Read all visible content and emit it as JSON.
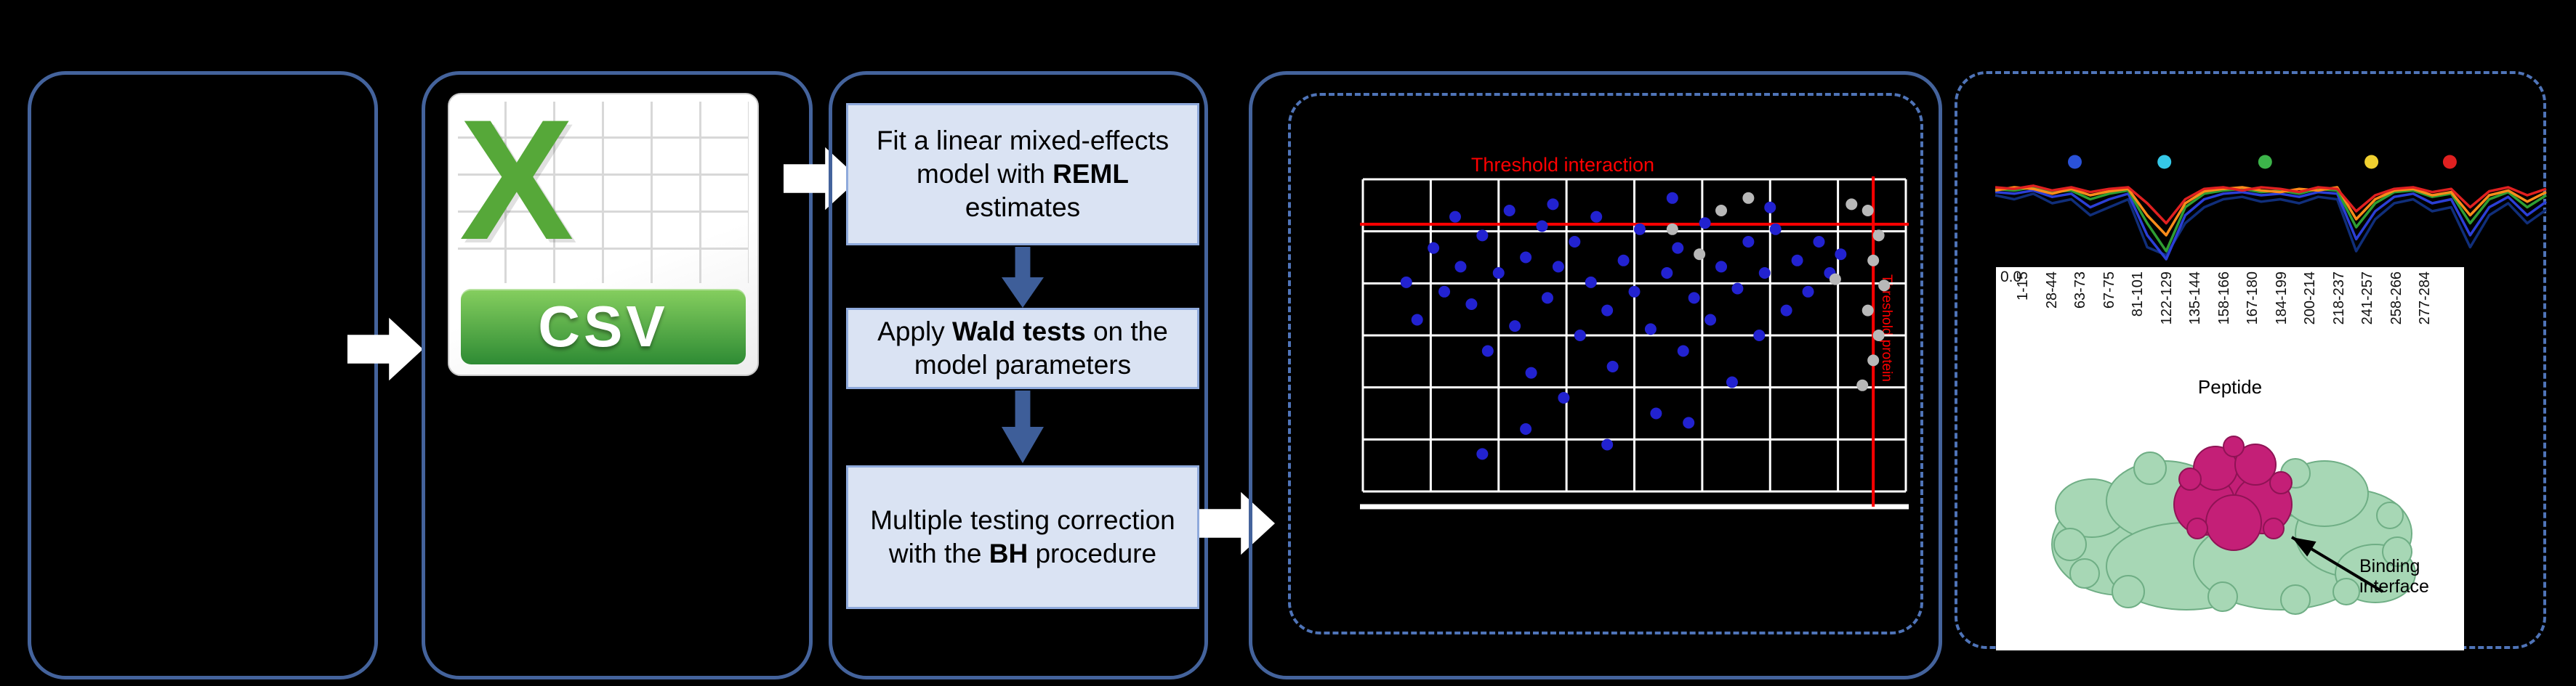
{
  "colors": {
    "panel_border": "#44639c",
    "dashed_border": "#4f74b8",
    "step_fill": "#dae3f3",
    "step_border": "#8faadc",
    "flow_arrow": "#ffffff",
    "down_arrow": "#3e5e99",
    "threshold_red": "#ff0000",
    "csv_x": "#56a839",
    "csv_grid": "#d8d8d8",
    "csv_green_light": "#86cf5f",
    "csv_green_dark": "#2e8b34",
    "protein_surface": "#a7d7b5",
    "protein_outline": "#6fae85",
    "protein_interface": "#c41f77",
    "protein_interface_dark": "#8f1355"
  },
  "pipeline": {
    "csv_label": "CSV",
    "csv_x": "X",
    "steps": [
      {
        "pre": "Fit a linear mixed-effects model with ",
        "bold": "REML",
        "post": " estimates"
      },
      {
        "pre": "Apply ",
        "bold": "Wald tests",
        "post": " on the model parameters"
      },
      {
        "pre": "Multiple testing correction with the ",
        "bold": "BH",
        "post": " procedure"
      }
    ]
  },
  "annotations": {
    "binding_interface": "Binding interface"
  },
  "chart_data": [
    {
      "id": "interaction_scatter",
      "type": "scatter",
      "grid": {
        "cols": 8,
        "rows": 6
      },
      "grid_color": "#ffffff",
      "thresholds": {
        "h_frac": 0.144,
        "v_frac": 0.94,
        "color": "#ff0000",
        "h_label": "Threshold interaction",
        "v_label": "Threshold protein"
      },
      "series": [
        {
          "name": "significant-peptides",
          "color": "#2222d0",
          "points": [
            [
              0.08,
              0.33
            ],
            [
              0.1,
              0.45
            ],
            [
              0.13,
              0.22
            ],
            [
              0.15,
              0.36
            ],
            [
              0.17,
              0.12
            ],
            [
              0.18,
              0.28
            ],
            [
              0.2,
              0.4
            ],
            [
              0.22,
              0.18
            ],
            [
              0.23,
              0.55
            ],
            [
              0.25,
              0.3
            ],
            [
              0.27,
              0.1
            ],
            [
              0.28,
              0.47
            ],
            [
              0.3,
              0.25
            ],
            [
              0.31,
              0.62
            ],
            [
              0.33,
              0.15
            ],
            [
              0.34,
              0.38
            ],
            [
              0.36,
              0.28
            ],
            [
              0.37,
              0.7
            ],
            [
              0.39,
              0.2
            ],
            [
              0.4,
              0.5
            ],
            [
              0.42,
              0.33
            ],
            [
              0.43,
              0.12
            ],
            [
              0.45,
              0.42
            ],
            [
              0.46,
              0.6
            ],
            [
              0.48,
              0.26
            ],
            [
              0.5,
              0.36
            ],
            [
              0.51,
              0.16
            ],
            [
              0.53,
              0.48
            ],
            [
              0.54,
              0.75
            ],
            [
              0.56,
              0.3
            ],
            [
              0.58,
              0.22
            ],
            [
              0.59,
              0.55
            ],
            [
              0.61,
              0.38
            ],
            [
              0.63,
              0.14
            ],
            [
              0.64,
              0.45
            ],
            [
              0.66,
              0.28
            ],
            [
              0.68,
              0.65
            ],
            [
              0.69,
              0.35
            ],
            [
              0.71,
              0.2
            ],
            [
              0.73,
              0.5
            ],
            [
              0.74,
              0.3
            ],
            [
              0.76,
              0.16
            ],
            [
              0.78,
              0.42
            ],
            [
              0.8,
              0.26
            ],
            [
              0.82,
              0.36
            ],
            [
              0.84,
              0.2
            ],
            [
              0.86,
              0.3
            ],
            [
              0.88,
              0.24
            ],
            [
              0.35,
              0.08
            ],
            [
              0.57,
              0.06
            ],
            [
              0.75,
              0.09
            ],
            [
              0.3,
              0.8
            ],
            [
              0.45,
              0.85
            ],
            [
              0.6,
              0.78
            ],
            [
              0.22,
              0.88
            ]
          ]
        },
        {
          "name": "non-significant-peptides",
          "color": "#b8b8b8",
          "points": [
            [
              0.93,
              0.1
            ],
            [
              0.95,
              0.18
            ],
            [
              0.94,
              0.26
            ],
            [
              0.96,
              0.34
            ],
            [
              0.93,
              0.42
            ],
            [
              0.95,
              0.5
            ],
            [
              0.94,
              0.58
            ],
            [
              0.9,
              0.08
            ],
            [
              0.57,
              0.16
            ],
            [
              0.62,
              0.24
            ],
            [
              0.66,
              0.1
            ],
            [
              0.71,
              0.06
            ],
            [
              0.87,
              0.32
            ],
            [
              0.92,
              0.66
            ]
          ]
        }
      ]
    },
    {
      "id": "peptide_profile",
      "type": "line",
      "ytick_label": "0.0",
      "xlabel": "Peptide",
      "x_categories": [
        "1-15",
        "28-44",
        "63-73",
        "67-75",
        "81-101",
        "122-129",
        "135-144",
        "158-166",
        "167-180",
        "184-199",
        "200-214",
        "218-237",
        "241-257",
        "258-266",
        "277-284"
      ],
      "dot_markers": [
        {
          "color": "#2a52d8",
          "x_frac": 0.15
        },
        {
          "color": "#35c8e8",
          "x_frac": 0.31
        },
        {
          "color": "#3cb44a",
          "x_frac": 0.49
        },
        {
          "color": "#f0d030",
          "x_frac": 0.68
        },
        {
          "color": "#e02020",
          "x_frac": 0.82
        }
      ],
      "series": [
        {
          "name": "replicate-navy",
          "color": "#102e7a",
          "values": [
            0.2,
            0.25,
            0.18,
            0.3,
            0.25,
            0.45,
            0.35,
            0.25,
            0.85,
            0.95,
            0.55,
            0.35,
            0.25,
            0.22,
            0.28,
            0.25,
            0.3,
            0.22,
            0.25,
            0.9,
            0.5,
            0.3,
            0.25,
            0.4,
            0.35,
            0.85,
            0.45,
            0.3,
            0.55,
            0.38
          ]
        },
        {
          "name": "replicate-blue",
          "color": "#2b3fd6",
          "values": [
            0.16,
            0.18,
            0.14,
            0.22,
            0.18,
            0.35,
            0.25,
            0.18,
            0.7,
            1.0,
            0.45,
            0.25,
            0.18,
            0.16,
            0.2,
            0.18,
            0.22,
            0.16,
            0.18,
            0.75,
            0.4,
            0.22,
            0.18,
            0.3,
            0.25,
            0.7,
            0.35,
            0.22,
            0.45,
            0.28
          ]
        },
        {
          "name": "replicate-green",
          "color": "#2f9e33",
          "values": [
            0.12,
            0.14,
            0.1,
            0.16,
            0.14,
            0.25,
            0.18,
            0.14,
            0.55,
            0.9,
            0.35,
            0.18,
            0.14,
            0.12,
            0.16,
            0.14,
            0.18,
            0.12,
            0.14,
            0.6,
            0.3,
            0.16,
            0.14,
            0.22,
            0.18,
            0.55,
            0.25,
            0.16,
            0.35,
            0.2
          ]
        },
        {
          "name": "replicate-orange",
          "color": "#ff8c1a",
          "values": [
            0.14,
            0.1,
            0.12,
            0.18,
            0.12,
            0.2,
            0.15,
            0.12,
            0.45,
            0.7,
            0.3,
            0.15,
            0.12,
            0.1,
            0.14,
            0.16,
            0.12,
            0.14,
            0.1,
            0.5,
            0.25,
            0.14,
            0.12,
            0.2,
            0.16,
            0.45,
            0.2,
            0.14,
            0.28,
            0.16
          ]
        },
        {
          "name": "replicate-red",
          "color": "#e02020",
          "values": [
            0.1,
            0.12,
            0.08,
            0.14,
            0.1,
            0.16,
            0.12,
            0.1,
            0.3,
            0.55,
            0.25,
            0.12,
            0.1,
            0.14,
            0.1,
            0.12,
            0.16,
            0.1,
            0.12,
            0.4,
            0.2,
            0.12,
            0.1,
            0.16,
            0.12,
            0.35,
            0.15,
            0.1,
            0.2,
            0.12
          ]
        }
      ]
    }
  ]
}
